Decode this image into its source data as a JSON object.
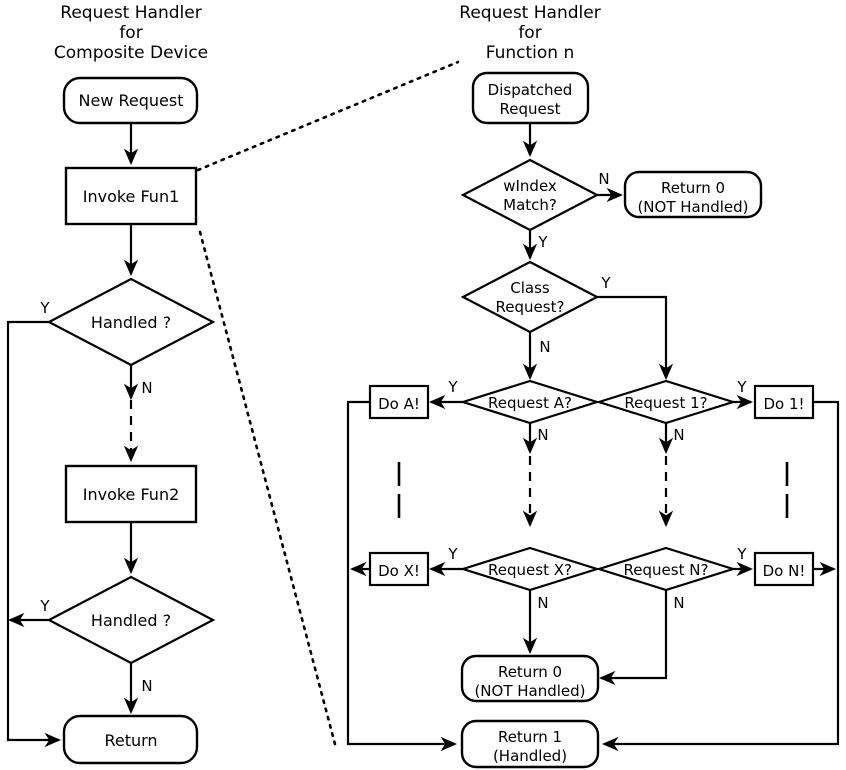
{
  "diagram": {
    "type": "flowchart",
    "title_left": "Request Handler\nfor\nComposite Device",
    "title_right": "Request Handler\nfor\nFunction n",
    "stroke_color": "#000000",
    "background_color": "#ffffff"
  },
  "left_panel": {
    "title_line1": "Request Handler",
    "title_line2": "for",
    "title_line3": "Composite Device",
    "nodes": {
      "new_request": "New Request",
      "invoke_fun1": "Invoke Fun1",
      "handled_1": "Handled ?",
      "invoke_fun2": "Invoke Fun2",
      "handled_2": "Handled ?",
      "return": "Return"
    },
    "labels": {
      "handled1_yes": "Y",
      "handled1_no": "N",
      "handled2_yes": "Y",
      "handled2_no": "N"
    }
  },
  "right_panel": {
    "title_line1": "Request Handler",
    "title_line2": "for",
    "title_line3": "Function n",
    "nodes": {
      "dispatched_request_l1": "Dispatched",
      "dispatched_request_l2": "Request",
      "windex_match_l1": "wIndex",
      "windex_match_l2": "Match?",
      "return0_top_l1": "Return 0",
      "return0_top_l2": "(NOT Handled)",
      "class_request_l1": "Class",
      "class_request_l2": "Request?",
      "request_a": "Request A?",
      "request_1": "Request 1?",
      "request_x": "Request X?",
      "request_n": "Request N?",
      "do_a": "Do A!",
      "do_1": "Do 1!",
      "do_x": "Do X!",
      "do_n": "Do N!",
      "return0_bottom_l1": "Return 0",
      "return0_bottom_l2": "(NOT Handled)",
      "return1_l1": "Return 1",
      "return1_l2": "(Handled)"
    },
    "labels": {
      "windex_no": "N",
      "windex_yes": "Y",
      "class_yes": "Y",
      "class_no": "N",
      "request_a_yes": "Y",
      "request_a_no": "N",
      "request_1_yes": "Y",
      "request_1_no": "N",
      "request_x_yes": "Y",
      "request_x_no": "N",
      "request_n_yes": "Y",
      "request_n_no": "N"
    },
    "ellipsis_marks": [
      "|",
      "|",
      "|",
      "|"
    ]
  }
}
